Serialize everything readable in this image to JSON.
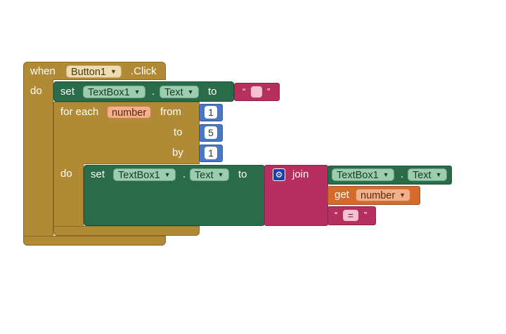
{
  "event": {
    "when_label": "when",
    "component": "Button1",
    "event_name": ".Click",
    "do_label": "do"
  },
  "set1": {
    "set_label": "set",
    "component": "TextBox1",
    "dot": ".",
    "property": "Text",
    "to_label": "to",
    "value_open": "“",
    "value": "",
    "value_close": "”"
  },
  "loop": {
    "for_each_label": "for each",
    "var_name": "number",
    "from_label": "from",
    "from_value": "1",
    "to_label": "to",
    "to_value": "5",
    "by_label": "by",
    "by_value": "1",
    "do_label": "do"
  },
  "set2": {
    "set_label": "set",
    "component": "TextBox1",
    "dot": ".",
    "property": "Text",
    "to_label": "to",
    "join_label": "join",
    "join_item1_component": "TextBox1",
    "join_item1_dot": ".",
    "join_item1_property": "Text",
    "get_label": "get",
    "get_var": "number",
    "string_open": "“",
    "string_value": "=",
    "string_close": "”"
  },
  "colors": {
    "control": "#b08a35",
    "component_set": "#2a6b4a",
    "math": "#4a77c4",
    "text": "#b5305f",
    "variable": "#d56a2a"
  }
}
